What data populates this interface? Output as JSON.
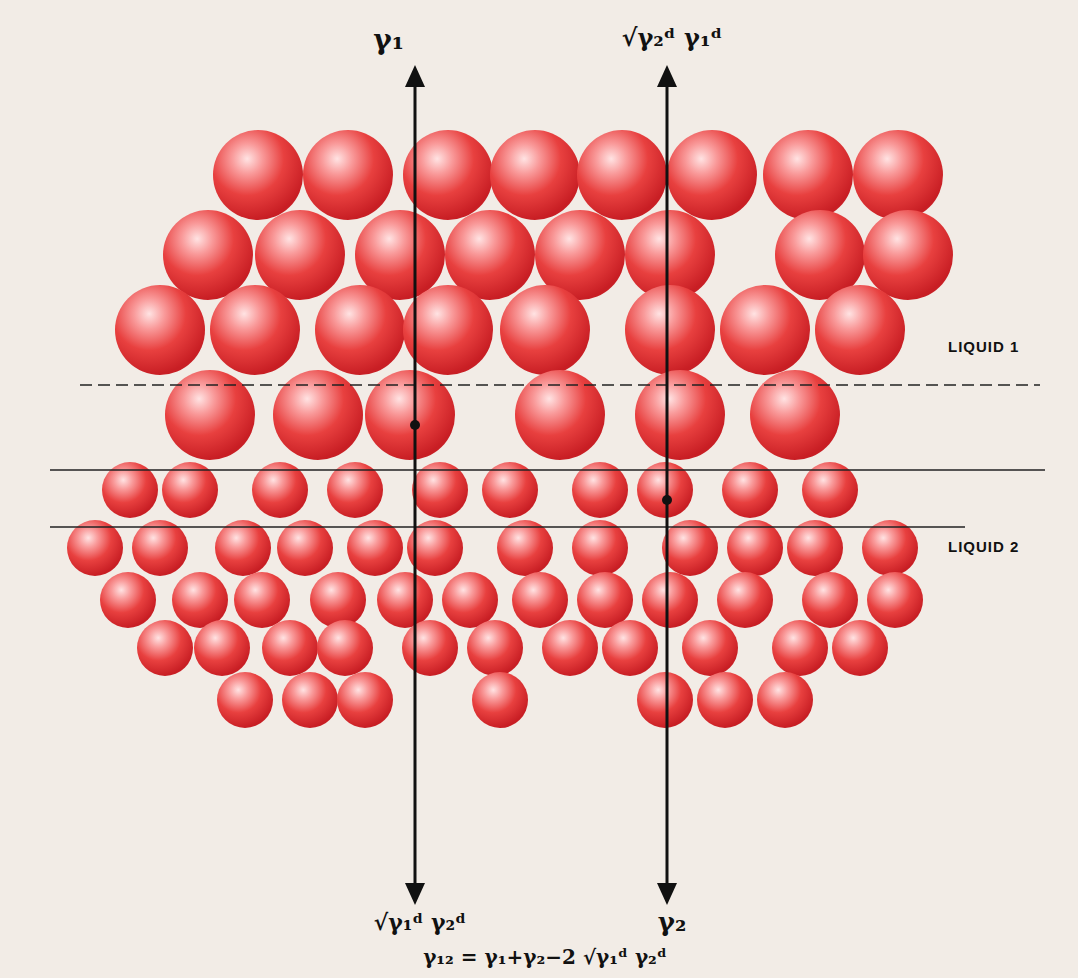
{
  "diagram": {
    "labels": [
      "γ₁",
      "√γ₂ᵈ γ₁ᵈ",
      "LIQUID 1",
      "LIQUID 2",
      "√γ₁ᵈ γ₂ᵈ",
      "γ₂",
      "γ₁₂ = γ₁+γ₂−2 √γ₁ᵈ γ₂ᵈ"
    ]
  }
}
